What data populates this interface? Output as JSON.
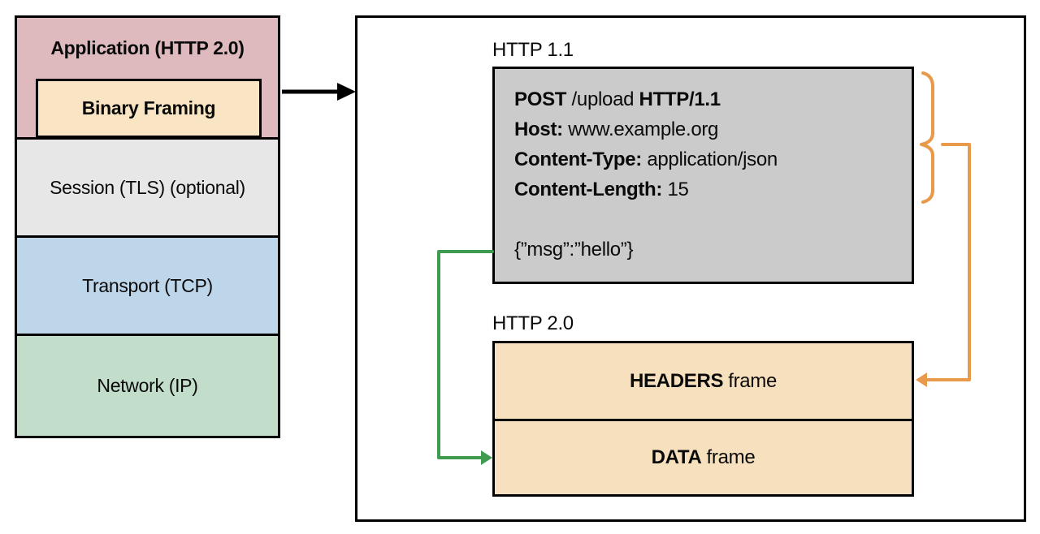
{
  "colors": {
    "application_bg": "#deb9be",
    "binary_framing_bg": "#f9e4c3",
    "session_bg": "#e7e7e7",
    "transport_bg": "#bed6ea",
    "network_bg": "#c2ddca",
    "request_box_bg": "#cbcbcb",
    "frame_box_bg": "#f7e0bd",
    "headers_arrow": "#e8994a",
    "data_arrow": "#3f9b50",
    "black": "#000000"
  },
  "protocol_stack": {
    "application_label": "Application (HTTP 2.0)",
    "binary_framing_label": "Binary Framing",
    "session_label": "Session (TLS) (optional)",
    "transport_label": "Transport (TCP)",
    "network_label": "Network (IP)"
  },
  "http11_section": {
    "title": "HTTP 1.1",
    "request": {
      "method": "POST",
      "path": " /upload ",
      "version": "HTTP/1.1",
      "host_name": "Host:",
      "host_value": " www.example.org",
      "ctype_name": "Content-Type:",
      "ctype_value": " application/json",
      "clen_name": "Content-Length:",
      "clen_value": " 15",
      "body": "{”msg”:”hello”}"
    }
  },
  "http2_section": {
    "title": "HTTP 2.0",
    "headers_frame_bold": "HEADERS",
    "headers_frame_rest": "frame",
    "data_frame_bold": "DATA",
    "data_frame_rest": "frame"
  }
}
